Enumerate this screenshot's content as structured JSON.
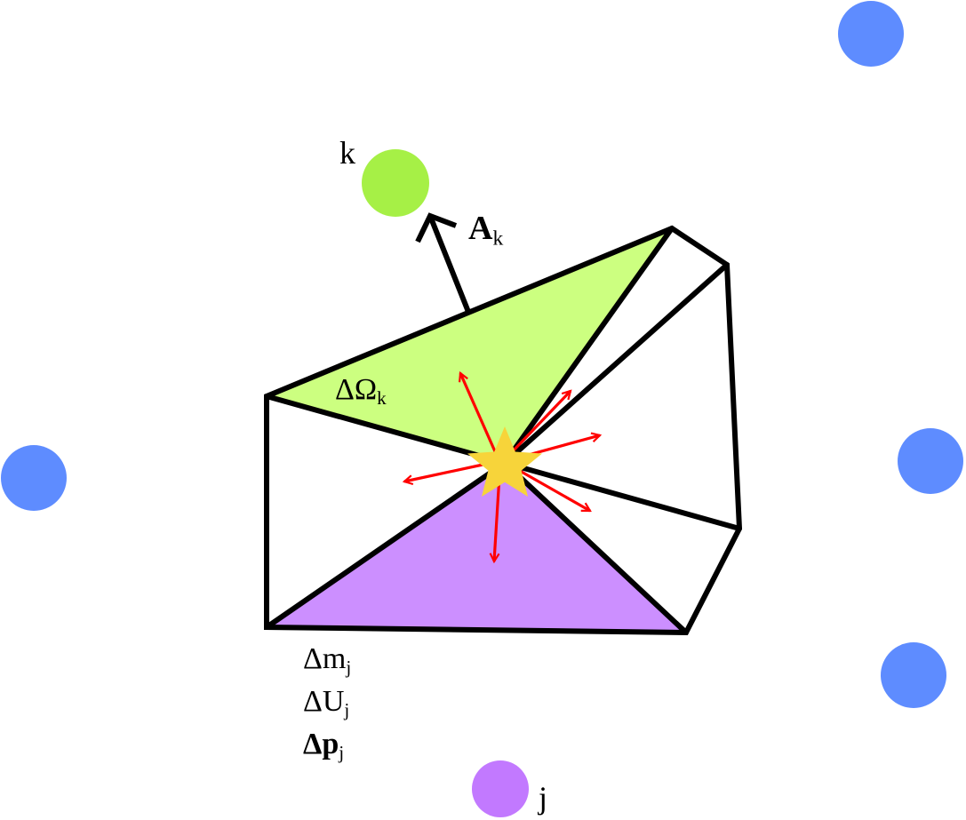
{
  "colors": {
    "green_fill": "#ccff80",
    "green_node": "#a6f046",
    "purple_fill": "#cc8fff",
    "purple_node": "#c279ff",
    "blue_node": "#5e8cff",
    "star": "#f7d43a",
    "arrow_red": "#ff0000",
    "edge": "#000000"
  },
  "labels": {
    "k": "k",
    "j": "j",
    "A_base": "A",
    "A_sub": "k",
    "dOmega_base": "ΔΩ",
    "dOmega_sub": "k",
    "dm_base": "Δm",
    "dm_sub": "j",
    "dU_base": "ΔU",
    "dU_sub": "j",
    "dp_delta": "Δ",
    "dp_base": "p",
    "dp_sub": "j"
  }
}
